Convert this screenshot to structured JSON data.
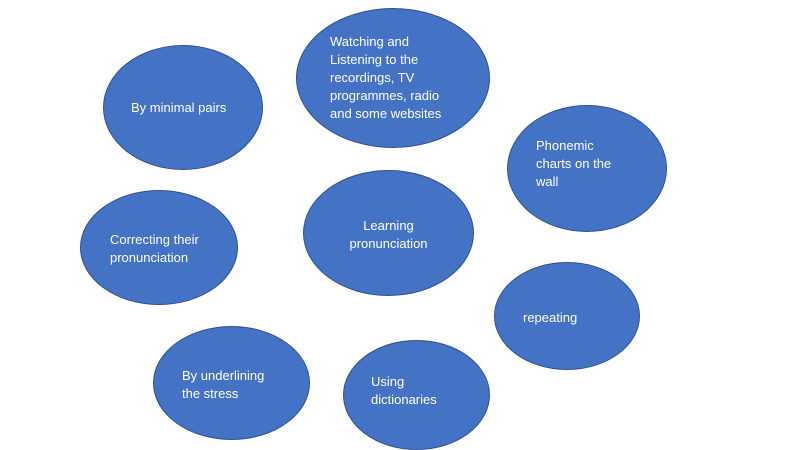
{
  "diagram": {
    "fill_color": "#4472c4",
    "border_color": "#2f528f",
    "center": {
      "label": "Learning\npronunciation"
    },
    "nodes": [
      {
        "label": "By minimal pairs"
      },
      {
        "label": "Watching and\nListening to the\nrecordings, TV\nprogrammes, radio\nand some websites"
      },
      {
        "label": "Phonemic\ncharts on the\nwall"
      },
      {
        "label": "Correcting their\npronunciation"
      },
      {
        "label": "repeating"
      },
      {
        "label": "By underlining\nthe stress"
      },
      {
        "label": "Using\ndictionaries"
      }
    ]
  }
}
